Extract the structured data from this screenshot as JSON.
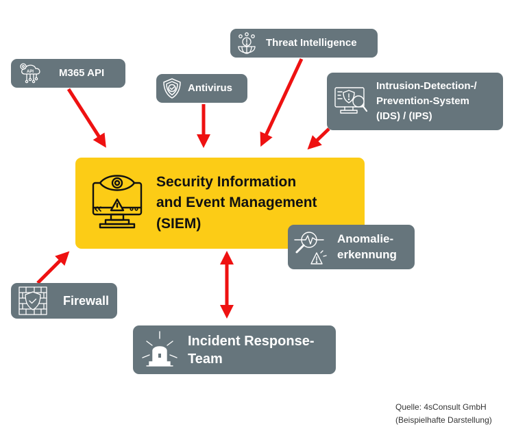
{
  "colors": {
    "node_bg": "#66757c",
    "center_bg": "#fccc16",
    "arrow": "#ee1111",
    "node_text": "#ffffff",
    "center_text": "#111111"
  },
  "center": {
    "icon": "monitor-eye-warning-icon",
    "lines": [
      "Security Information",
      "and Event Management",
      "(SIEM)"
    ]
  },
  "nodes": {
    "m365": {
      "icon": "cloud-api-gear-icon",
      "label": "M365 API"
    },
    "antivirus": {
      "icon": "shield-check-icon",
      "label": "Antivirus"
    },
    "threat": {
      "icon": "globe-alert-network-icon",
      "label": "Threat Intelligence"
    },
    "ids": {
      "icon": "monitor-shield-magnifier-icon",
      "lines": [
        "Intrusion-Detection-/",
        "Prevention-System",
        "(IDS) / (IPS)"
      ]
    },
    "anomaly": {
      "icon": "magnifier-chart-warning-icon",
      "lines": [
        "Anomalie-",
        "erkennung"
      ]
    },
    "firewall": {
      "icon": "brick-wall-shield-icon",
      "label": "Firewall"
    },
    "incident": {
      "icon": "siren-light-icon",
      "lines": [
        "Incident Response-",
        "Team"
      ]
    }
  },
  "connections": [
    {
      "from": "m365",
      "to": "siem",
      "direction": "inbound"
    },
    {
      "from": "antivirus",
      "to": "siem",
      "direction": "inbound"
    },
    {
      "from": "threat",
      "to": "siem",
      "direction": "inbound"
    },
    {
      "from": "ids",
      "to": "siem",
      "direction": "inbound"
    },
    {
      "from": "firewall",
      "to": "siem",
      "direction": "inbound"
    },
    {
      "from": "siem",
      "to": "incident",
      "direction": "bidirectional"
    }
  ],
  "source": {
    "line1": "Quelle: 4sConsult GmbH",
    "line2": "(Beispielhafte Darstellung)"
  }
}
